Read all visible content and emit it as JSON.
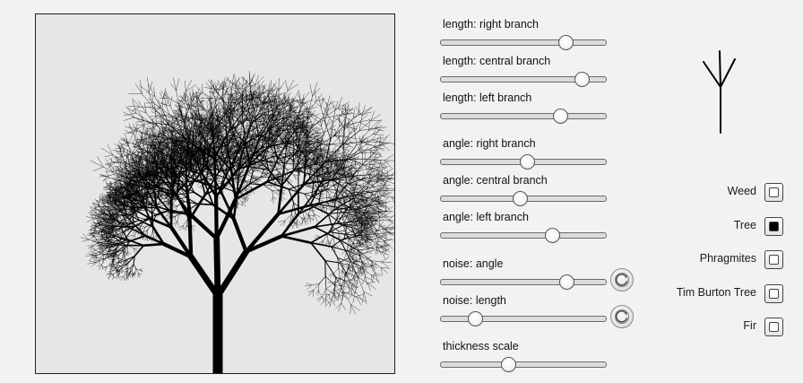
{
  "sliders": [
    {
      "label": "length: right branch",
      "value": 0.75
    },
    {
      "label": "length: central branch",
      "value": 0.85
    },
    {
      "label": "length: left branch",
      "value": 0.72
    },
    {
      "label": "angle: right branch",
      "value": 0.52
    },
    {
      "label": "angle: central branch",
      "value": 0.48
    },
    {
      "label": "angle: left branch",
      "value": 0.67
    },
    {
      "label": "noise: angle",
      "value": 0.76,
      "reset_icon": "reset-icon"
    },
    {
      "label": "noise: length",
      "value": 0.21,
      "reset_icon": "reset-icon"
    },
    {
      "label": "thickness scale",
      "value": 0.41
    }
  ],
  "presets": [
    {
      "label": "Weed",
      "checked": false
    },
    {
      "label": "Tree",
      "checked": true
    },
    {
      "label": "Phragmites",
      "checked": false
    },
    {
      "label": "Tim Burton Tree",
      "checked": false
    },
    {
      "label": "Fir",
      "checked": false
    }
  ],
  "colors": {
    "canvas_bg": "#e6e6e6",
    "tree": "#000000",
    "page_bg": "#f2f2f2"
  },
  "icons": {
    "reset": "reset-icon",
    "preview": "branch-preview-icon"
  }
}
